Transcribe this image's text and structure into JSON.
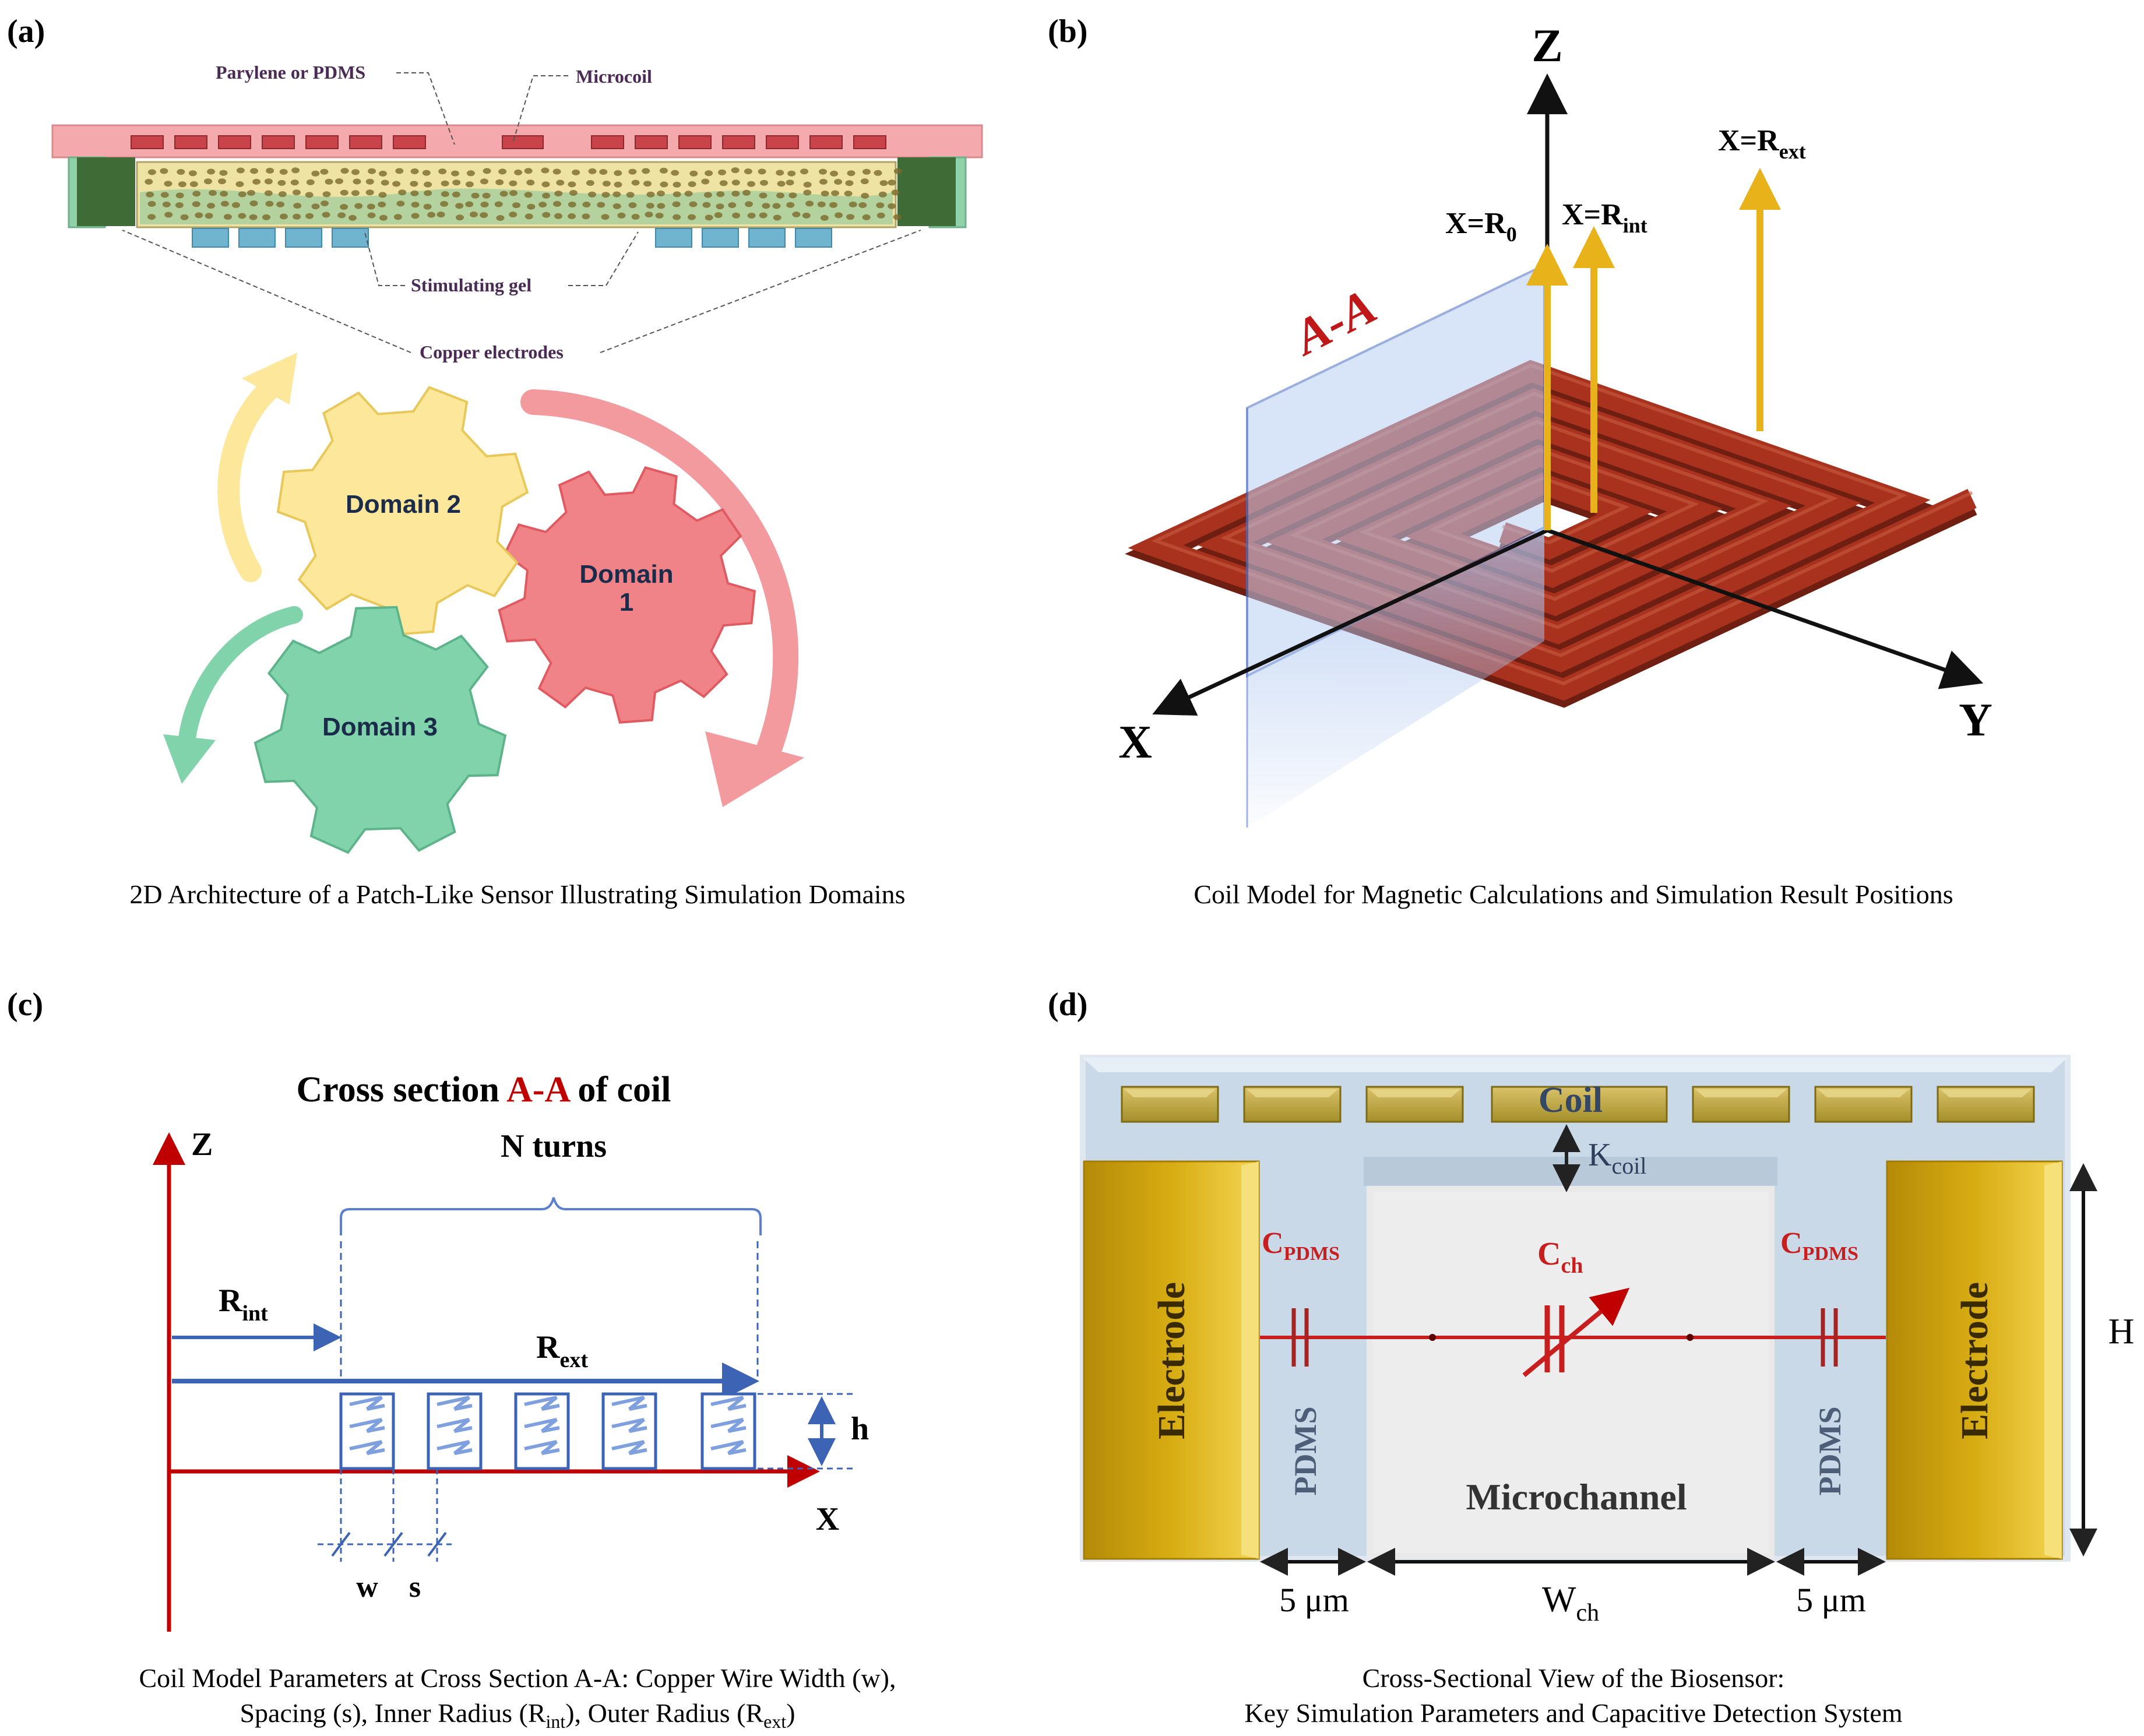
{
  "panel_a": {
    "tag": "(a)",
    "labels": {
      "parylene": "Parylene or PDMS",
      "microcoil": "Microcoil",
      "gel": "Stimulating gel",
      "copper": "Copper electrodes"
    },
    "domains": {
      "d1_line1": "Domain",
      "d1_line2": "1",
      "d2": "Domain 2",
      "d3": "Domain 3"
    },
    "caption": "2D Architecture of a Patch-Like Sensor Illustrating Simulation Domains",
    "colors": {
      "pink": "#f4a9ac",
      "coil": "#c9444a",
      "green": "#9cc9a0",
      "blue": "#6fb3cf",
      "yellow": "#fde79a",
      "red": "#f08388",
      "mint": "#80d3aa"
    }
  },
  "panel_b": {
    "tag": "(b)",
    "axis_z": "Z",
    "axis_x": "X",
    "axis_y": "Y",
    "section": "A-A",
    "pos_r0": {
      "base": "X=R",
      "sub": "0"
    },
    "pos_rint": {
      "base": "X=R",
      "sub": "int"
    },
    "pos_rext": {
      "base": "X=R",
      "sub": "ext"
    },
    "caption": "Coil Model for Magnetic Calculations and Simulation Result Positions",
    "colors": {
      "coil": "#a9321f",
      "plane": "#8fb2e8",
      "marker": "#e8b21a",
      "section": "#c01818"
    }
  },
  "panel_c": {
    "tag": "(c)",
    "title_pre": "Cross section ",
    "title_red": "A-A",
    "title_post": " of coil",
    "n_turns": "N turns",
    "axis_z": "Z",
    "axis_x": "X",
    "r_int": {
      "base": "R",
      "sub": "int"
    },
    "r_ext": {
      "base": "R",
      "sub": "ext"
    },
    "h": "h",
    "w": "w",
    "s": "s",
    "caption_line1": "Coil Model Parameters at Cross Section A-A: Copper Wire Width (w),",
    "caption_line2_a": "Spacing (s), Inner Radius (R",
    "caption_line2_sub1": "int",
    "caption_line2_b": "), Outer Radius (R",
    "caption_line2_sub2": "ext",
    "caption_line2_c": ")",
    "colors": {
      "red": "#c00000",
      "blue": "#3d64b4"
    }
  },
  "panel_d": {
    "tag": "(d)",
    "coil": "Coil",
    "k_coil": {
      "base": "K",
      "sub": "coil"
    },
    "c_pdms": {
      "base": "C",
      "sub": "PDMS"
    },
    "c_ch": {
      "base": "C",
      "sub": "ch"
    },
    "electrode": "Electrode",
    "pdms": "PDMS",
    "microchannel": "Microchannel",
    "h": "H",
    "gap_left": "5 μm",
    "gap_right": "5 μm",
    "w_ch": {
      "base": "W",
      "sub": "ch"
    },
    "caption_line1": "Cross-Sectional View of the Biosensor:",
    "caption_line2": "Key Simulation Parameters and Capacitive Detection System",
    "colors": {
      "electrode": "#c9a00f",
      "pdms": "#c9d9e8",
      "channel": "#e8e8e8",
      "circuit": "#c81e1e"
    }
  }
}
